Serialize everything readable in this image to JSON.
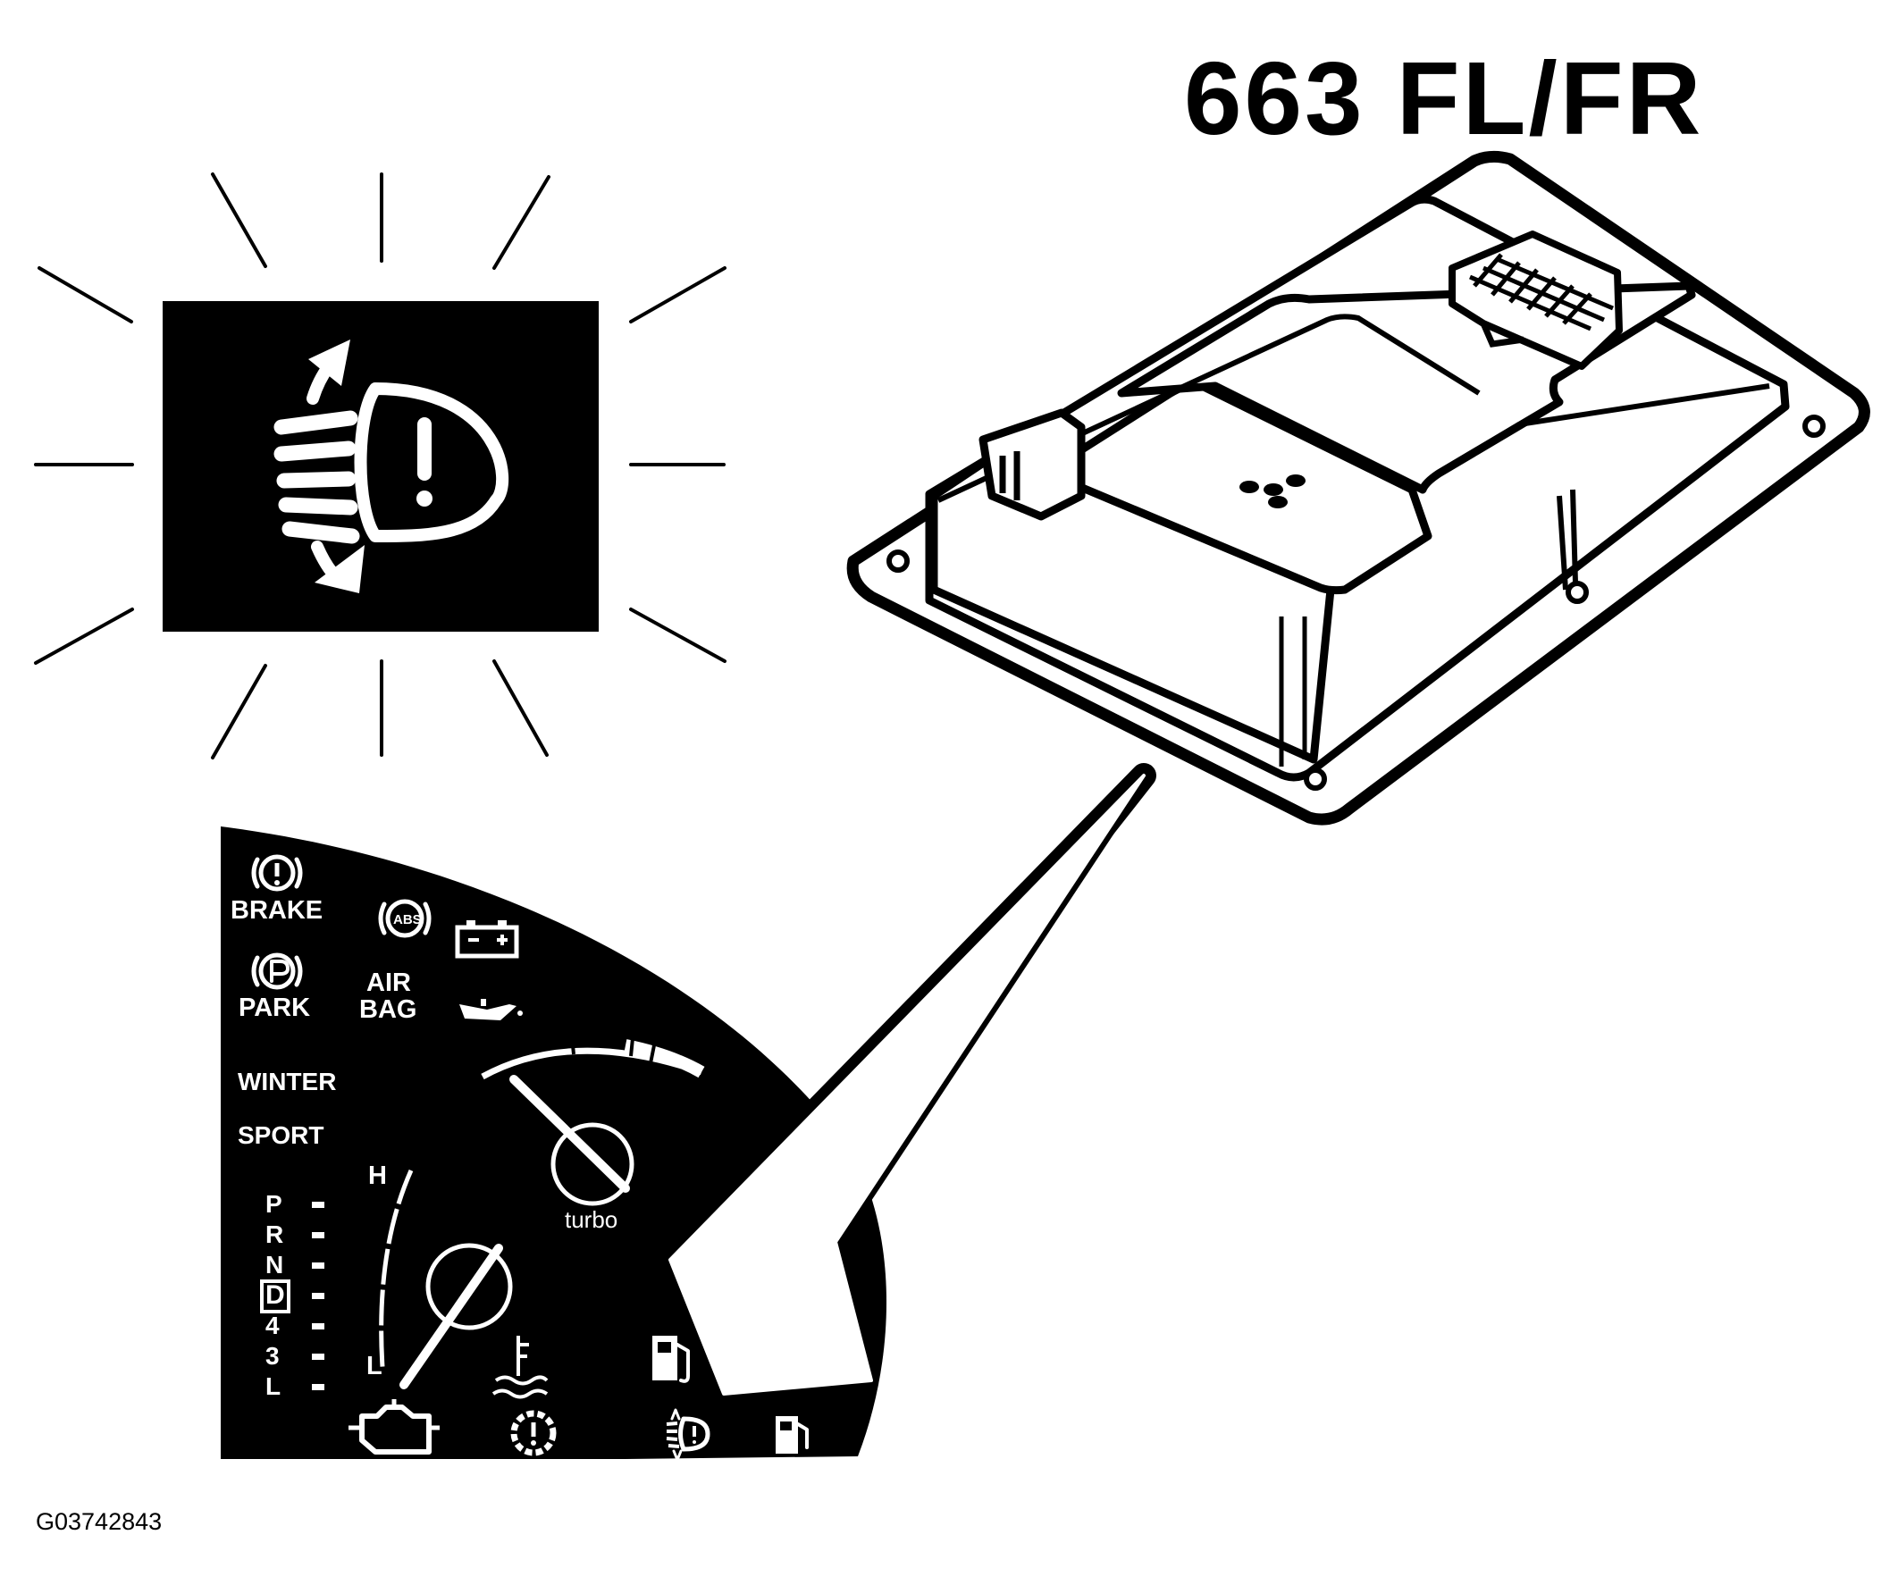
{
  "diagram": {
    "title": "663 FL/FR",
    "figure_id": "G03742843"
  },
  "cluster": {
    "warning_labels": {
      "brake": "BRAKE",
      "park": "PARK",
      "air": "AIR",
      "bag": "BAG",
      "winter": "WINTER",
      "sport": "SPORT",
      "abs_badge": "ABS"
    },
    "turbo_gauge_label": "turbo",
    "temp_gauge": {
      "high": "H",
      "low": "L"
    },
    "gear_selector": [
      "P",
      "R",
      "N",
      "D",
      "4",
      "3",
      "L"
    ],
    "selected_gear": "D"
  },
  "colors": {
    "ink": "#000000",
    "paper": "#ffffff"
  }
}
